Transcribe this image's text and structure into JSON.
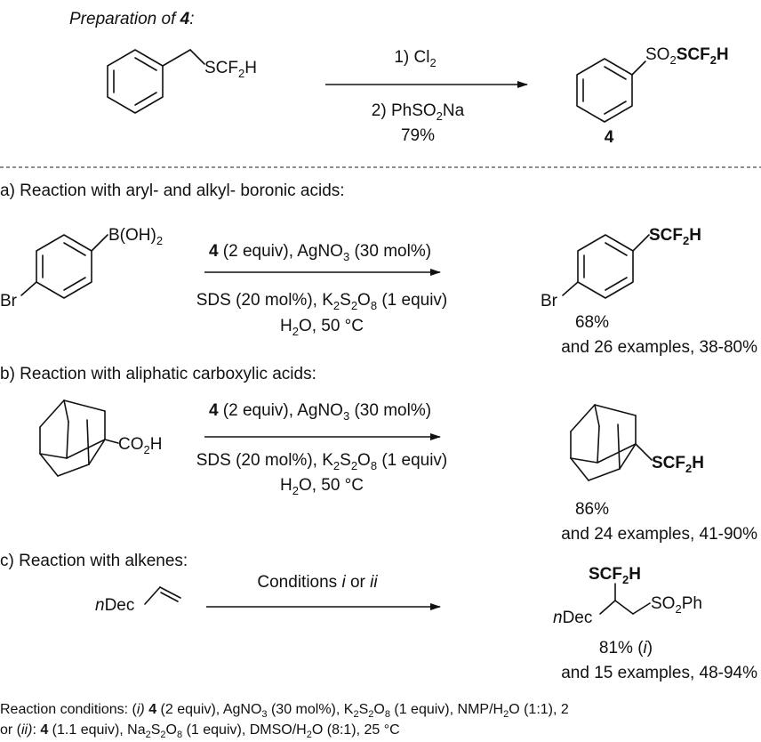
{
  "prep": {
    "title_prefix": "Preparation of ",
    "title_num": "4",
    "title_suffix": ":",
    "start_group": "SCF",
    "start_group_sub": "2",
    "start_group_end": "H",
    "step1_a": "1) Cl",
    "step1_sub": "2",
    "step2_a": "2) PhSO",
    "step2_sub": "2",
    "step2_b": "Na",
    "yield": "79%",
    "prod_a": "SO",
    "prod_sub": "2",
    "prod_b": "SCF",
    "prod_sub2": "2",
    "prod_c": "H",
    "prod_num": "4"
  },
  "section_a": {
    "title": "a) Reaction with aryl- and alkyl- boronic acids:",
    "sm_group": "B(OH)",
    "sm_group_sub": "2",
    "sm_br": "Br",
    "above_num": "4",
    "above_a": " (2 equiv), AgNO",
    "above_sub": "3",
    "above_b": " (30 mol%)",
    "below1_a": "SDS (20 mol%), K",
    "below1_sub1": "2",
    "below1_b": "S",
    "below1_sub2": "2",
    "below1_c": "O",
    "below1_sub3": "8",
    "below1_d": " (1 equiv)",
    "below2_a": "H",
    "below2_sub": "2",
    "below2_b": "O, 50 °C",
    "prod_group": "SCF",
    "prod_group_sub": "2",
    "prod_group_end": "H",
    "prod_br": "Br",
    "yield": "68%",
    "examples": "and 26 examples, 38-80%"
  },
  "section_b": {
    "title": "b) Reaction with aliphatic carboxylic acids:",
    "sm_group": "CO",
    "sm_group_sub": "2",
    "sm_group_end": "H",
    "above_num": "4",
    "above_a": " (2 equiv), AgNO",
    "above_sub": "3",
    "above_b": " (30 mol%)",
    "below1_a": "SDS (20 mol%), K",
    "below1_sub1": "2",
    "below1_b": "S",
    "below1_sub2": "2",
    "below1_c": "O",
    "below1_sub3": "8",
    "below1_d": " (1 equiv)",
    "below2_a": "H",
    "below2_sub": "2",
    "below2_b": "O, 50 °C",
    "prod_group": "SCF",
    "prod_group_sub": "2",
    "prod_group_end": "H",
    "yield": "86%",
    "examples": "and 24 examples, 41-90%"
  },
  "section_c": {
    "title": "c) Reaction with alkenes:",
    "sm_a": "n",
    "sm_b": "Dec",
    "cond_a": "Conditions ",
    "cond_i": "i",
    "cond_or": " or ",
    "cond_ii": "ii",
    "prod_top": "SCF",
    "prod_top_sub": "2",
    "prod_top_end": "H",
    "prod_left_a": "n",
    "prod_left_b": "Dec",
    "prod_right_a": "SO",
    "prod_right_sub": "2",
    "prod_right_b": "Ph",
    "yield_a": "81% (",
    "yield_i": "i",
    "yield_b": ")",
    "examples": "and 15 examples, 48-94%"
  },
  "footnote": {
    "l1_a": "Reaction conditions: (",
    "l1_i": "i)",
    "l1_sp": " ",
    "l1_num": "4",
    "l1_b": " (2 equiv), AgNO",
    "l1_sub1": "3",
    "l1_c": " (30 mol%), K",
    "l1_sub2": "2",
    "l1_d": "S",
    "l1_sub3": "2",
    "l1_e": "O",
    "l1_sub4": "8",
    "l1_f": " (1 equiv), NMP/H",
    "l1_sub5": "2",
    "l1_g": "O (1:1), 2",
    "l2_a": "or (",
    "l2_ii": "ii)",
    "l2_b": ": ",
    "l2_num": "4",
    "l2_c": " (1.1 equiv), Na",
    "l2_sub1": "2",
    "l2_d": "S",
    "l2_sub2": "2",
    "l2_e": "O",
    "l2_sub3": "8",
    "l2_f": " (1 equiv), DMSO/H",
    "l2_sub4": "2",
    "l2_g": "O (8:1), 25 °C"
  }
}
